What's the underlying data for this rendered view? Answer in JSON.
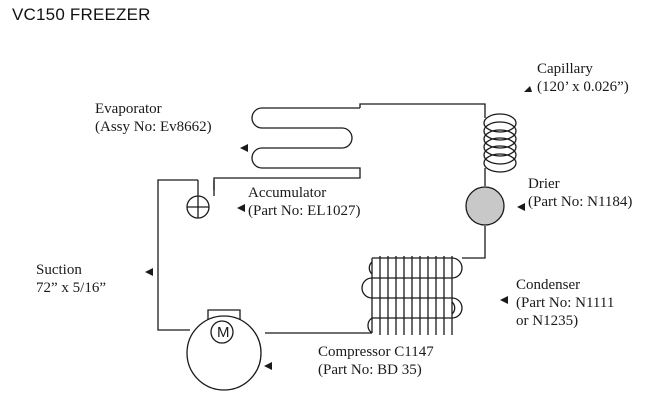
{
  "page": {
    "title": "VC150 FREEZER"
  },
  "labels": {
    "capillary": {
      "name": "Capillary",
      "detail": "(120’ x 0.026”)"
    },
    "evaporator": {
      "name": "Evaporator",
      "detail": "(Assy No: Ev8662)"
    },
    "drier": {
      "name": "Drier",
      "detail": "(Part No: N1184)"
    },
    "accumulator": {
      "name": "Accumulator",
      "detail": "(Part No: EL1027)"
    },
    "suction": {
      "name": "Suction",
      "detail": "72” x 5/16”"
    },
    "condenser": {
      "name": "Condenser",
      "detail": "(Part No: N1111",
      "detail2": "or N1235)"
    },
    "compressor": {
      "name": "Compressor  C1147",
      "detail": "(Part No: BD 35)"
    },
    "motor_symbol": "M"
  },
  "colors": {
    "line": "#1a1a1a",
    "drier_fill": "#c8c8c8",
    "background": "#ffffff"
  }
}
